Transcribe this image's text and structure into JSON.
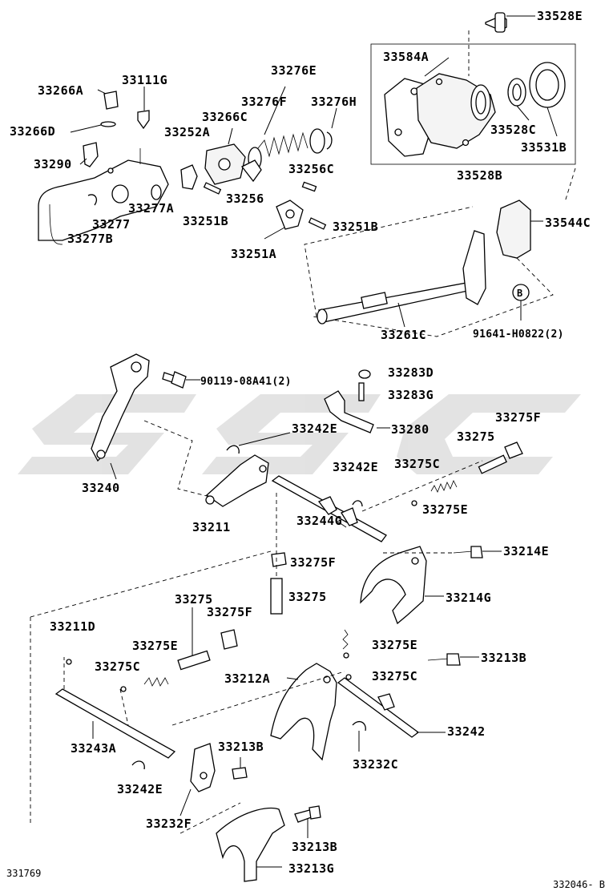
{
  "diagram_id_left": "331769",
  "diagram_id_right": "332046- B",
  "watermark": "SSC",
  "labels": {
    "p33528E": "33528E",
    "p33584A": "33584A",
    "p33528C": "33528C",
    "p33531B": "33531B",
    "p33528B": "33528B",
    "p33544C": "33544C",
    "p33261C": "33261C",
    "p91641": "91641-H0822(2)",
    "p33276E": "33276E",
    "p33276F": "33276F",
    "p33276H": "33276H",
    "p33266C": "33266C",
    "p33266A": "33266A",
    "p33111G": "33111G",
    "p33266D": "33266D",
    "p33290": "33290",
    "p33252A": "33252A",
    "p33256C": "33256C",
    "p33256": "33256",
    "p33277A": "33277A",
    "p33277": "33277",
    "p33251B_1": "33251B",
    "p33251B_2": "33251B",
    "p33277B": "33277B",
    "p33251A": "33251A",
    "p90119": "90119-08A41(2)",
    "p33283D": "33283D",
    "p33283G": "33283G",
    "p33280": "33280",
    "p33242E_1": "33242E",
    "p33242E_2": "33242E",
    "p33240": "33240",
    "p33211": "33211",
    "p33244G": "33244G",
    "p33275F_1": "33275F",
    "p33275_1": "33275",
    "p33275C_1": "33275C",
    "p33275E_1": "33275E",
    "p33214E": "33214E",
    "p33275F_2": "33275F",
    "p33214G": "33214G",
    "p33275_2": "33275",
    "p33275_3": "33275",
    "p33275F_3": "33275F",
    "p33211D": "33211D",
    "p33275E_2": "33275E",
    "p33275E_3": "33275E",
    "p33213B_1": "33213B",
    "p33275C_2": "33275C",
    "p33212A": "33212A",
    "p33275C_3": "33275C",
    "p33242": "33242",
    "p33243A": "33243A",
    "p33213B_2": "33213B",
    "p33232C": "33232C",
    "p33242E_3": "33242E",
    "p33232F": "33232F",
    "p33213B_3": "33213B",
    "p33213G": "33213G"
  }
}
